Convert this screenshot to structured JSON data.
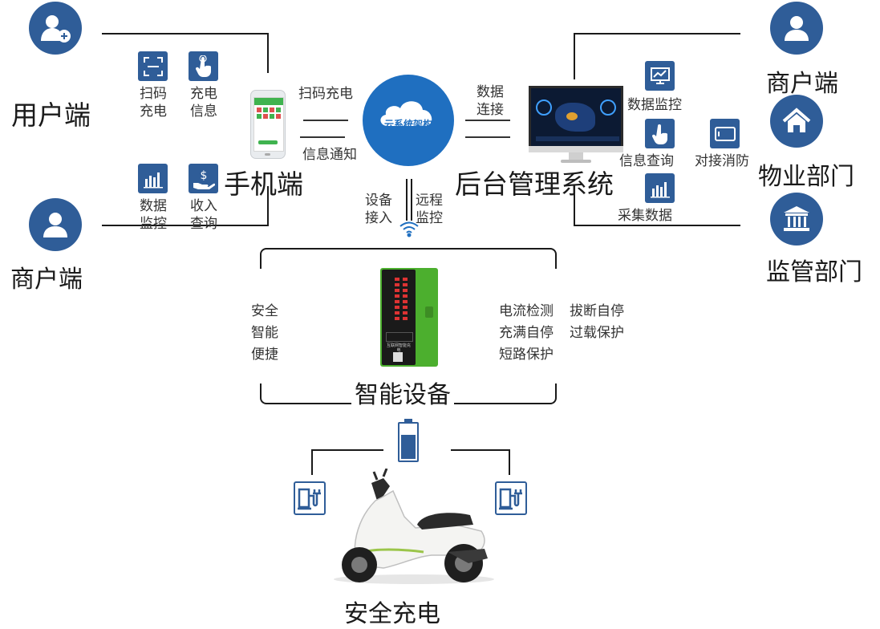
{
  "left": {
    "user_title": "用户端",
    "merchant_title": "商户端",
    "phone_title": "手机端",
    "features": [
      {
        "line1": "扫码",
        "line2": "充电",
        "icon": "scan-icon"
      },
      {
        "line1": "充电",
        "line2": "信息",
        "icon": "touch-icon"
      },
      {
        "line1": "数据",
        "line2": "监控",
        "icon": "chart-icon"
      },
      {
        "line1": "收入",
        "line2": "查询",
        "icon": "money-hand-icon"
      }
    ]
  },
  "center": {
    "cloud_label": "云系统架构",
    "scan_charge": "扫码充电",
    "info_notice": "信息通知",
    "data_connect_1": "数据",
    "data_connect_2": "连接",
    "device_access_1": "设备",
    "device_access_2": "接入",
    "remote_monitor_1": "远程",
    "remote_monitor_2": "监控"
  },
  "backend": {
    "title": "后台管理系统",
    "features": {
      "data_monitor": "数据监控",
      "info_query": "信息查询",
      "connect_fire": "对接消防",
      "collect_data": "采集数据"
    }
  },
  "right": {
    "merchant_title": "商户端",
    "property_title": "物业部门",
    "regulator_title": "监管部门"
  },
  "device": {
    "title": "智能设备",
    "left_features": [
      "安全",
      "智能",
      "便捷"
    ],
    "right_col1": [
      "电流检测",
      "充满自停",
      "短路保护"
    ],
    "right_col2": [
      "拔断自停",
      "过载保护"
    ],
    "panel_text": "互联网智能充电"
  },
  "bottom": {
    "title": "安全充电"
  },
  "colors": {
    "brand_blue": "#2f5d98",
    "cloud_blue": "#1f6fc0",
    "device_green": "#4caf2e"
  }
}
